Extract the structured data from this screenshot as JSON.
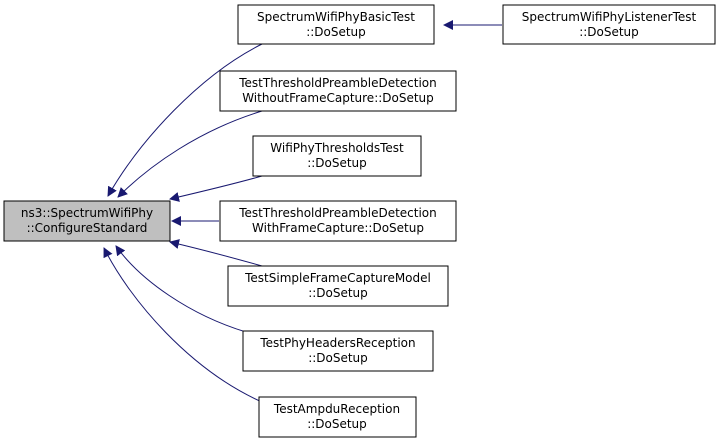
{
  "colors": {
    "edge": "#191970",
    "node_border": "#000000",
    "node_fill": "#ffffff",
    "focus_fill": "#bfbfbf"
  },
  "nodes": [
    {
      "id": "configure",
      "lines": [
        "ns3::SpectrumWifiPhy",
        "::ConfigureStandard"
      ],
      "focus": true
    },
    {
      "id": "basic",
      "lines": [
        "SpectrumWifiPhyBasicTest",
        "::DoSetup"
      ]
    },
    {
      "id": "listener",
      "lines": [
        "SpectrumWifiPhyListenerTest",
        "::DoSetup"
      ]
    },
    {
      "id": "wofc",
      "lines": [
        "TestThresholdPreambleDetection",
        "WithoutFrameCapture::DoSetup"
      ]
    },
    {
      "id": "thresholds",
      "lines": [
        "WifiPhyThresholdsTest",
        "::DoSetup"
      ]
    },
    {
      "id": "wfc",
      "lines": [
        "TestThresholdPreambleDetection",
        "WithFrameCapture::DoSetup"
      ]
    },
    {
      "id": "simple",
      "lines": [
        "TestSimpleFrameCaptureModel",
        "::DoSetup"
      ]
    },
    {
      "id": "headers",
      "lines": [
        "TestPhyHeadersReception",
        "::DoSetup"
      ]
    },
    {
      "id": "ampdu",
      "lines": [
        "TestAmpduReception",
        "::DoSetup"
      ]
    }
  ],
  "edges": [
    {
      "from": "listener",
      "to": "basic"
    },
    {
      "from": "basic",
      "to": "configure"
    },
    {
      "from": "wofc",
      "to": "configure"
    },
    {
      "from": "thresholds",
      "to": "configure"
    },
    {
      "from": "wfc",
      "to": "configure"
    },
    {
      "from": "simple",
      "to": "configure"
    },
    {
      "from": "headers",
      "to": "configure"
    },
    {
      "from": "ampdu",
      "to": "configure"
    }
  ]
}
